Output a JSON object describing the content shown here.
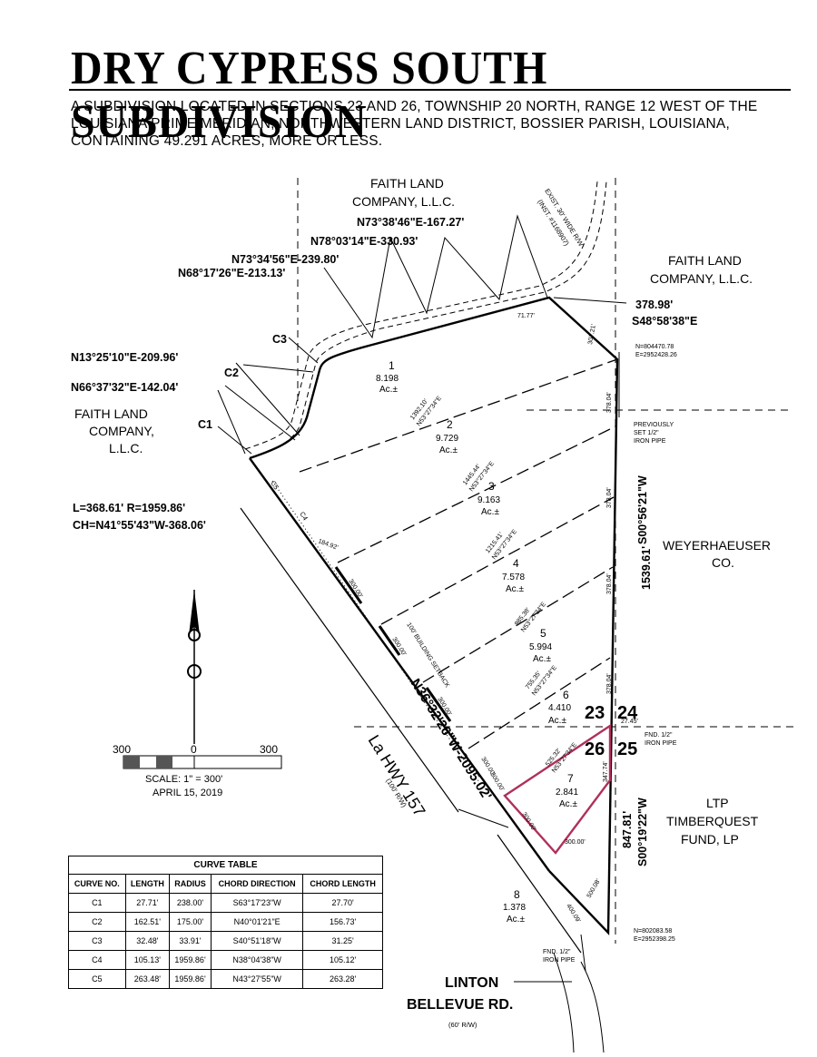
{
  "title": "DRY CYPRESS SOUTH SUBDIVISION",
  "description": "A SUBDIVISION LOCATED IN SECTIONS 23 AND 26, TOWNSHIP 20 NORTH, RANGE 12 WEST OF THE LOUISIANA PRIME MERIDIAN, NORTHWESTERN LAND DISTRICT, BOSSIER PARISH, LOUISIANA, CONTAINING 49.291 ACRES, MORE OR LESS.",
  "owners": {
    "faith_top": [
      "FAITH LAND",
      "COMPANY, L.L.C."
    ],
    "faith_right": [
      "FAITH LAND",
      "COMPANY, L.L.C."
    ],
    "faith_left": [
      "FAITH LAND",
      "COMPANY,",
      "L.L.C."
    ],
    "weyerhaeuser": [
      "WEYERHAEUSER",
      "CO."
    ],
    "ltp": [
      "LTP",
      "TIMBERQUEST",
      "FUND, LP"
    ]
  },
  "bearings": {
    "b1": "N73°38'46\"E-167.27'",
    "b2": "N78°03'14\"E-330.93'",
    "b3": "N73°34'56\"E-239.80'",
    "b4": "N68°17'26\"E-213.13'",
    "b5": "N13°25'10\"E-209.96'",
    "b6": "N66°37'32\"E-142.04'",
    "ne_dist": "378.98'",
    "ne_bearing": "S48°58'38\"E",
    "east_dist": "1539.61'",
    "east_bearing": "S00°56'21\"W",
    "se_dist": "847.81'",
    "se_bearing": "S00°19'22\"W",
    "hwy_bearing": "N36°32'26\"W-2095.02'",
    "curve_L": "L=368.61' R=1959.86'",
    "curve_CH": "CH=N41°55'43\"W-368.06'"
  },
  "curve_labels": [
    "C3",
    "C2",
    "C1",
    "C5",
    "C4"
  ],
  "road_labels": {
    "hwy": "La HWY 157",
    "hwy_row": "(100' R/W)",
    "linton1": "LINTON",
    "linton2": "BELLEVUE RD.",
    "linton_row": "(60' R/W)",
    "esmt": [
      "EXIST. 30' WIDE R/W",
      "(INST. #1168907)"
    ]
  },
  "points": {
    "ne_n": "N=804470.78",
    "ne_e": "E=2952428.26",
    "se_n": "N=802083.58",
    "se_e": "E=2952398.25",
    "pipe1": [
      "PREVIOUSLY",
      "SET 1/2\"",
      "IRON PIPE"
    ],
    "pipe2": [
      "FND. 1/2\"",
      "IRON PIPE"
    ],
    "pipe3": [
      "FND. 1/2\"",
      "IRON PIPE"
    ]
  },
  "sections": [
    "23",
    "24",
    "26",
    "25"
  ],
  "lots": [
    {
      "num": "1",
      "area": "8.198",
      "unit": "Ac.±"
    },
    {
      "num": "2",
      "area": "9.729",
      "unit": "Ac.±"
    },
    {
      "num": "3",
      "area": "9.163",
      "unit": "Ac.±"
    },
    {
      "num": "4",
      "area": "7.578",
      "unit": "Ac.±"
    },
    {
      "num": "5",
      "area": "5.994",
      "unit": "Ac.±"
    },
    {
      "num": "6",
      "area": "4.410",
      "unit": "Ac.±"
    },
    {
      "num": "7",
      "area": "2.841",
      "unit": "Ac.±"
    },
    {
      "num": "8",
      "area": "1.378",
      "unit": "Ac.±"
    }
  ],
  "lot_lines": [
    "1392.10'",
    "1445.44'",
    "1215.41'",
    "985.38'",
    "755.35'",
    "525.32'"
  ],
  "lot_line_bearing": "N53°27'34\"E",
  "misc_dims": [
    "71.77'",
    "307.21'",
    "378.04'",
    "378.04'",
    "378.04'",
    "378.04'",
    "27.45'",
    "347.74'",
    "300.00'",
    "300.00'",
    "300.00'",
    "300.00'",
    "300.00'",
    "300.00'",
    "300.00'",
    "184.92'",
    "500.08'",
    "400.09'"
  ],
  "setback": "100' BUILDING SETBACK",
  "scale": {
    "left": "300",
    "zero": "0",
    "right": "300",
    "text": "SCALE: 1\" = 300'",
    "date": "APRIL 15, 2019"
  },
  "curve_table": {
    "caption": "CURVE TABLE",
    "headers": [
      "CURVE NO.",
      "LENGTH",
      "RADIUS",
      "CHORD DIRECTION",
      "CHORD LENGTH"
    ],
    "rows": [
      [
        "C1",
        "27.71'",
        "238.00'",
        "S63°17'23\"W",
        "27.70'"
      ],
      [
        "C2",
        "162.51'",
        "175.00'",
        "N40°01'21\"E",
        "156.73'"
      ],
      [
        "C3",
        "32.48'",
        "33.91'",
        "S40°51'18\"W",
        "31.25'"
      ],
      [
        "C4",
        "105.13'",
        "1959.86'",
        "N38°04'38\"W",
        "105.12'"
      ],
      [
        "C5",
        "263.48'",
        "1959.86'",
        "N43°27'55\"W",
        "263.28'"
      ]
    ]
  }
}
